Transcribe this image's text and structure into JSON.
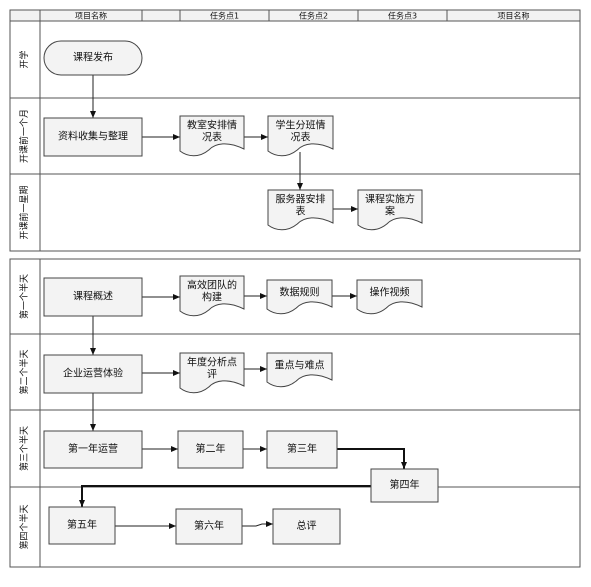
{
  "header": {
    "columns": [
      "",
      "项目名称",
      "",
      "任务点1",
      "任务点2",
      "任务点3",
      "项目名称"
    ]
  },
  "panels": [
    {
      "lanes": [
        {
          "label": "开学"
        },
        {
          "label": "开课前一个月"
        },
        {
          "label": "开课前一星期"
        }
      ]
    },
    {
      "lanes": [
        {
          "label": "第一个半天"
        },
        {
          "label": "第二个半天"
        },
        {
          "label": "第三个半天"
        },
        {
          "label": "第四个半天"
        }
      ]
    }
  ],
  "nodes": [
    {
      "id": "n1",
      "shape": "terminator",
      "lines": [
        "课程发布"
      ]
    },
    {
      "id": "n2",
      "shape": "process",
      "lines": [
        "资料收集与整理"
      ]
    },
    {
      "id": "n3",
      "shape": "document",
      "lines": [
        "教室安排情",
        "况表"
      ]
    },
    {
      "id": "n4",
      "shape": "document",
      "lines": [
        "学生分班情",
        "况表"
      ]
    },
    {
      "id": "n5",
      "shape": "document",
      "lines": [
        "服务器安排",
        "表"
      ]
    },
    {
      "id": "n6",
      "shape": "document",
      "lines": [
        "课程实施方",
        "案"
      ]
    },
    {
      "id": "n7",
      "shape": "process",
      "lines": [
        "课程概述"
      ]
    },
    {
      "id": "n8",
      "shape": "document",
      "lines": [
        "高效团队的",
        "构建"
      ]
    },
    {
      "id": "n9",
      "shape": "document",
      "lines": [
        "数据规则"
      ]
    },
    {
      "id": "n10",
      "shape": "document",
      "lines": [
        "操作视频"
      ]
    },
    {
      "id": "n11",
      "shape": "process",
      "lines": [
        "企业运营体验"
      ]
    },
    {
      "id": "n12",
      "shape": "document",
      "lines": [
        "年度分析点",
        "评"
      ]
    },
    {
      "id": "n13",
      "shape": "document",
      "lines": [
        "重点与难点"
      ]
    },
    {
      "id": "n14",
      "shape": "process",
      "lines": [
        "第一年运营"
      ]
    },
    {
      "id": "n15",
      "shape": "process",
      "lines": [
        "第二年"
      ]
    },
    {
      "id": "n16",
      "shape": "process",
      "lines": [
        "第三年"
      ]
    },
    {
      "id": "n17",
      "shape": "process",
      "lines": [
        "第四年"
      ]
    },
    {
      "id": "n18",
      "shape": "process",
      "lines": [
        "第五年"
      ]
    },
    {
      "id": "n19",
      "shape": "process",
      "lines": [
        "第六年"
      ]
    },
    {
      "id": "n20",
      "shape": "process",
      "lines": [
        "总评"
      ]
    }
  ],
  "edges": [
    {
      "from": "n1",
      "to": "n2"
    },
    {
      "from": "n2",
      "to": "n3"
    },
    {
      "from": "n3",
      "to": "n4"
    },
    {
      "from": "n4",
      "to": "n5"
    },
    {
      "from": "n5",
      "to": "n6"
    },
    {
      "from": "n7",
      "to": "n8"
    },
    {
      "from": "n8",
      "to": "n9"
    },
    {
      "from": "n9",
      "to": "n10"
    },
    {
      "from": "n7",
      "to": "n11"
    },
    {
      "from": "n11",
      "to": "n12"
    },
    {
      "from": "n12",
      "to": "n13"
    },
    {
      "from": "n11",
      "to": "n14"
    },
    {
      "from": "n14",
      "to": "n15"
    },
    {
      "from": "n15",
      "to": "n16"
    },
    {
      "from": "n16",
      "to": "n17"
    },
    {
      "from": "n17",
      "to": "n18"
    },
    {
      "from": "n18",
      "to": "n19"
    },
    {
      "from": "n19",
      "to": "n20"
    }
  ]
}
